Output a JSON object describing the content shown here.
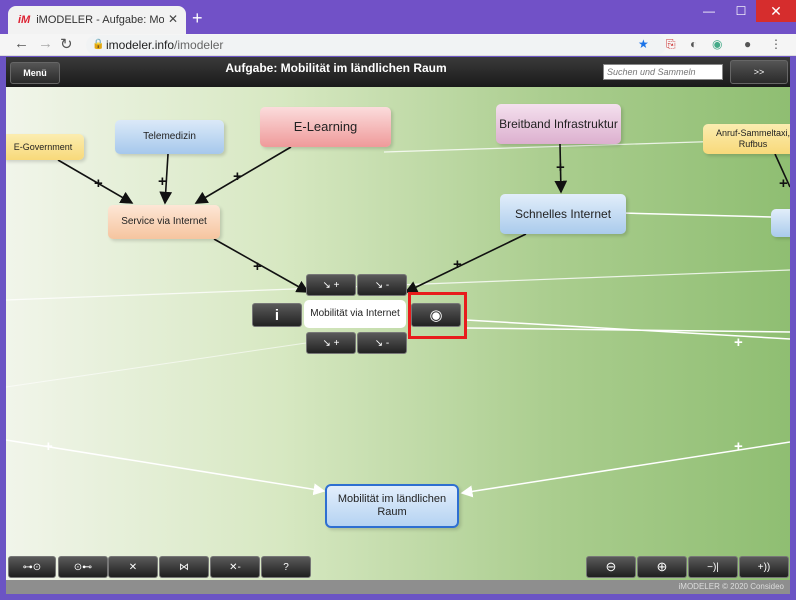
{
  "browser": {
    "tab_title": "iMODELER - Aufgabe: Mobilität i",
    "tab_favicon": "iM",
    "tab_close": "✕",
    "new_tab": "+",
    "window_controls": {
      "minimize": "—",
      "maximize": "☐",
      "close": "✕"
    },
    "url_host": "imodeler.info",
    "url_path": "/imodeler"
  },
  "app": {
    "menu_label": "Menü",
    "title": "Aufgabe: Mobilität im ländlichen Raum",
    "search_placeholder": "Suchen und Sammeln",
    "next_label": ">>"
  },
  "nodes": {
    "egov": "E-Government",
    "tele": "Telemedizin",
    "elearn": "E-Learning",
    "breit": "Breitband Infrastruktur",
    "anruf": "Anruf-Sammeltaxi, Rufbus",
    "service": "Service via Internet",
    "schnell": "Schnelles Internet",
    "mobil": "Mobilität via Internet",
    "goal": "Mobilität im ländlichen Raum"
  },
  "node_controls": {
    "info": "i",
    "focus_icon": "◉",
    "add_plus": "↘ +",
    "add_minus": "↘ -"
  },
  "bottom_left": [
    "⊶⊙",
    "⊙⊷",
    "✕",
    "⋈",
    "✕-",
    "?"
  ],
  "bottom_right": [
    "⊖",
    "⊕",
    "−)|",
    "+))"
  ],
  "footer": "iMODELER © 2020 Consideo",
  "colors": {
    "accent_focus_highlight": "#e81c1c",
    "goal_border": "#2e6fd1",
    "browser_frame": "#7151c7"
  }
}
